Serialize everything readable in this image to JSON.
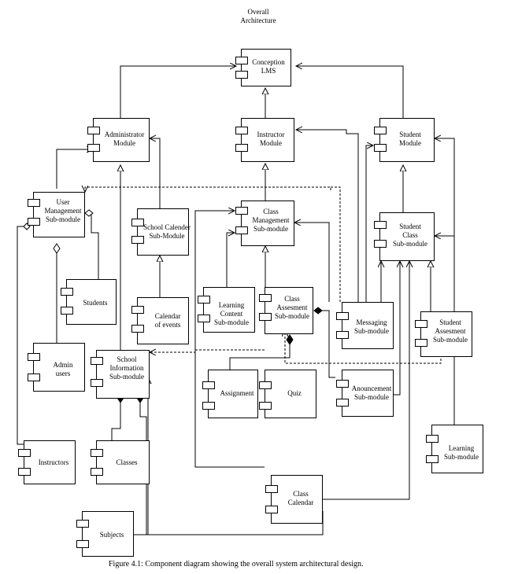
{
  "diagram": {
    "title": "Overall\nArchitecture",
    "caption": "Figure 4.1: Component diagram showing the overall system architectural design.",
    "components": [
      {
        "id": "lms",
        "label": "Conception\nLMS"
      },
      {
        "id": "admin",
        "label": "Administrator\nModule"
      },
      {
        "id": "instr",
        "label": "Instructor\nModule"
      },
      {
        "id": "stud",
        "label": "Student\nModule"
      },
      {
        "id": "userMgmt",
        "label": "User\nManagement\nSub-module"
      },
      {
        "id": "schoolCal",
        "label": "School Calender\nSub-Module"
      },
      {
        "id": "classMgmt",
        "label": "Class\nManagement\nSub-module"
      },
      {
        "id": "studClass",
        "label": "Student\nClass\nSub-module"
      },
      {
        "id": "students",
        "label": "Students"
      },
      {
        "id": "calEvents",
        "label": "Calendar\nof events"
      },
      {
        "id": "learnContent",
        "label": "Learning Content\nSub-module"
      },
      {
        "id": "classAssess",
        "label": "Class\nAssesment\nSub-module"
      },
      {
        "id": "messaging",
        "label": "Messaging\nSub-module"
      },
      {
        "id": "studAssess",
        "label": "Student\nAssesment\nSub-module"
      },
      {
        "id": "adminUsers",
        "label": "Admin\nusers"
      },
      {
        "id": "schoolInfo",
        "label": "School\nInformation\nSub-module"
      },
      {
        "id": "assignment",
        "label": "Assignment"
      },
      {
        "id": "quiz",
        "label": "Quiz"
      },
      {
        "id": "announce",
        "label": "Anouncement\nSub-module"
      },
      {
        "id": "instructors",
        "label": "Instructors"
      },
      {
        "id": "classes",
        "label": "Classes"
      },
      {
        "id": "learning",
        "label": "Learning\nSub-module"
      },
      {
        "id": "classCal",
        "label": "Class\nCalendar"
      },
      {
        "id": "subjects",
        "label": "Subjects"
      }
    ]
  }
}
